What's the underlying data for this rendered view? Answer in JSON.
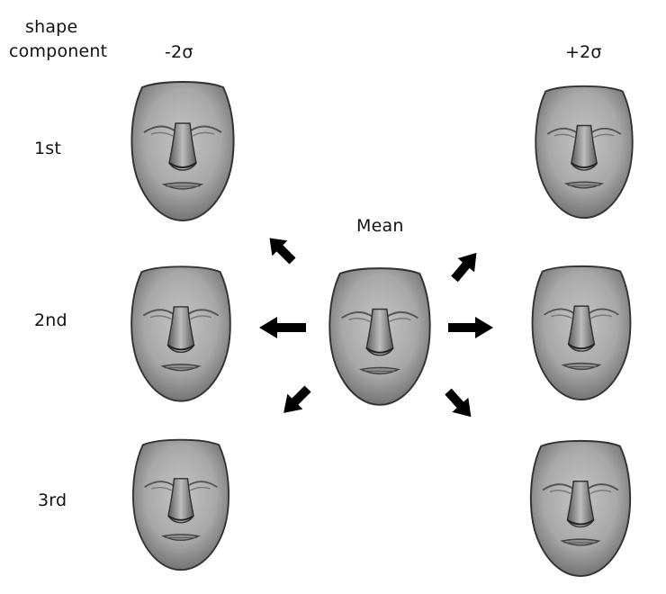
{
  "header": {
    "line1": "shape",
    "line2": "component"
  },
  "columns": {
    "minus": "-2σ",
    "plus": "+2σ"
  },
  "mean_label": "Mean",
  "rows": [
    {
      "label": "1st"
    },
    {
      "label": "2nd"
    },
    {
      "label": "3rd"
    }
  ],
  "colors": {
    "face_light": "#bdbdbd",
    "face_dark": "#6e6e6e",
    "feature": "#3a3a3a",
    "arrow": "#000000"
  }
}
